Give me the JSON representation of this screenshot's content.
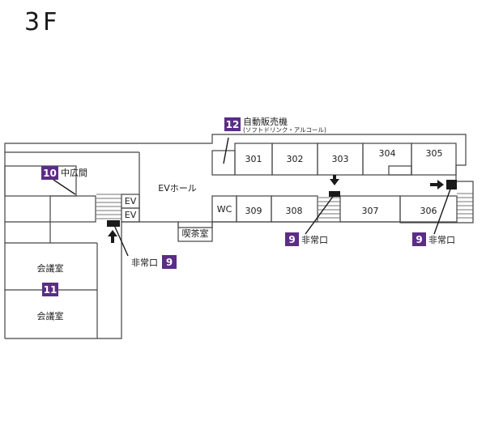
{
  "floor": {
    "title": "3F"
  },
  "rooms": {
    "r301": "301",
    "r302": "302",
    "r303": "303",
    "r304": "304",
    "r305": "305",
    "r306": "306",
    "r307": "307",
    "r308": "308",
    "r309": "309",
    "wc": "WC",
    "ev1": "EV",
    "ev2": "EV",
    "ev_hall": "EVホール",
    "cafe": "喫茶室",
    "hall": "中広間",
    "meeting_top": "会議室",
    "meeting_bottom": "会議室"
  },
  "markers": {
    "hall": {
      "number": "10"
    },
    "meeting": {
      "number": "11"
    },
    "vending": {
      "number": "12",
      "title": "自動販売機",
      "sub": "(ソフトドリンク・アルコール)"
    }
  },
  "exits": {
    "label": "非常口",
    "number": "9"
  },
  "colors": {
    "badge": "#5b2d86",
    "wall": "#444444"
  }
}
